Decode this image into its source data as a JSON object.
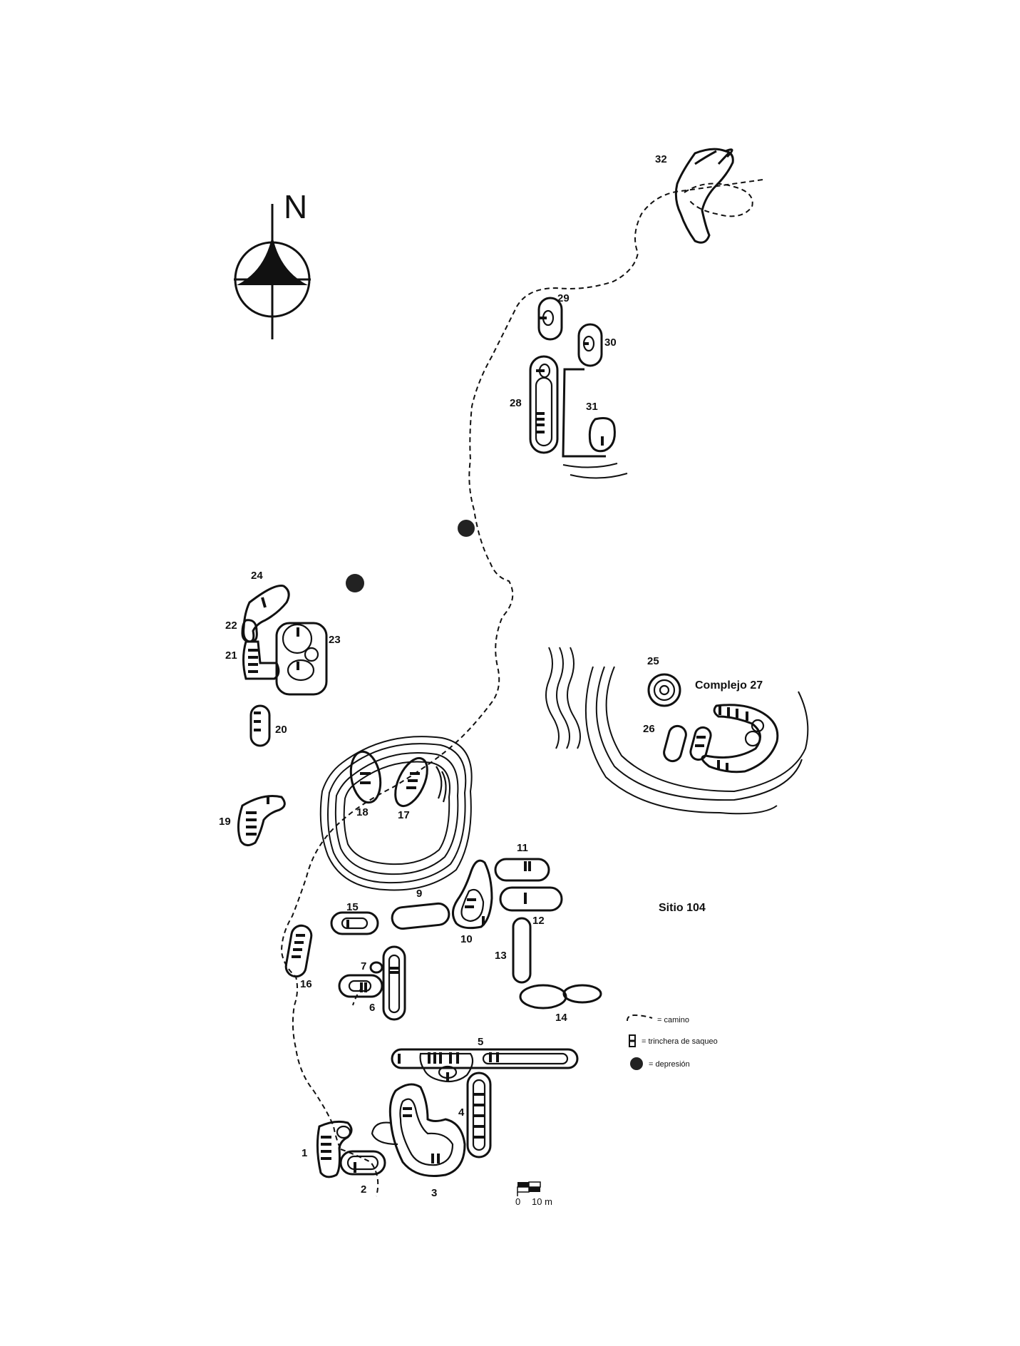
{
  "north_label": "N",
  "site_label": "Sitio 104",
  "complex_label": "Complejo 27",
  "structure_labels": [
    "1",
    "2",
    "3",
    "4",
    "5",
    "6",
    "7",
    "9",
    "10",
    "11",
    "12",
    "13",
    "14",
    "15",
    "16",
    "17",
    "18",
    "19",
    "20",
    "21",
    "22",
    "23",
    "24",
    "25",
    "26",
    "28",
    "29",
    "30",
    "31",
    "32"
  ],
  "legend": {
    "path": "= camino",
    "trench": "= trinchera de saqueo",
    "depression": "= depresión"
  },
  "scale": {
    "start": "0",
    "end": "10 m"
  },
  "colors": {
    "ink": "#111111",
    "depression_fill": "#222222",
    "background": "#ffffff"
  }
}
